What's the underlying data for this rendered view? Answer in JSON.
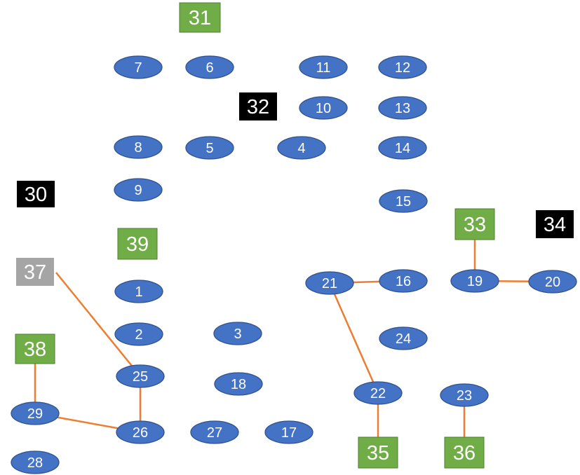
{
  "colors": {
    "node_fill": "#4472c4",
    "node_stroke": "#2f528f",
    "edge": "#ed7d31",
    "green": "#70ad47",
    "black": "#000000",
    "gray": "#a5a5a5",
    "text": "#ffffff"
  },
  "ellipses": [
    {
      "label": "1"
    },
    {
      "label": "2"
    },
    {
      "label": "3"
    },
    {
      "label": "4"
    },
    {
      "label": "5"
    },
    {
      "label": "6"
    },
    {
      "label": "7"
    },
    {
      "label": "8"
    },
    {
      "label": "9"
    },
    {
      "label": "10"
    },
    {
      "label": "11"
    },
    {
      "label": "12"
    },
    {
      "label": "13"
    },
    {
      "label": "14"
    },
    {
      "label": "15"
    },
    {
      "label": "16"
    },
    {
      "label": "17"
    },
    {
      "label": "18"
    },
    {
      "label": "19"
    },
    {
      "label": "20"
    },
    {
      "label": "21"
    },
    {
      "label": "22"
    },
    {
      "label": "23"
    },
    {
      "label": "24"
    },
    {
      "label": "25"
    },
    {
      "label": "26"
    },
    {
      "label": "27"
    },
    {
      "label": "28"
    },
    {
      "label": "29"
    }
  ],
  "squares": [
    {
      "label": "30",
      "color": "black"
    },
    {
      "label": "31",
      "color": "green"
    },
    {
      "label": "32",
      "color": "black"
    },
    {
      "label": "33",
      "color": "green"
    },
    {
      "label": "34",
      "color": "black"
    },
    {
      "label": "35",
      "color": "green"
    },
    {
      "label": "36",
      "color": "green"
    },
    {
      "label": "37",
      "color": "gray"
    },
    {
      "label": "38",
      "color": "green"
    },
    {
      "label": "39",
      "color": "green"
    }
  ],
  "edges": [
    [
      "37",
      "25"
    ],
    [
      "25",
      "26"
    ],
    [
      "38",
      "29"
    ],
    [
      "29",
      "26"
    ],
    [
      "21",
      "16"
    ],
    [
      "21",
      "22"
    ],
    [
      "22",
      "35"
    ],
    [
      "23",
      "36"
    ],
    [
      "33",
      "19"
    ],
    [
      "19",
      "20"
    ]
  ]
}
